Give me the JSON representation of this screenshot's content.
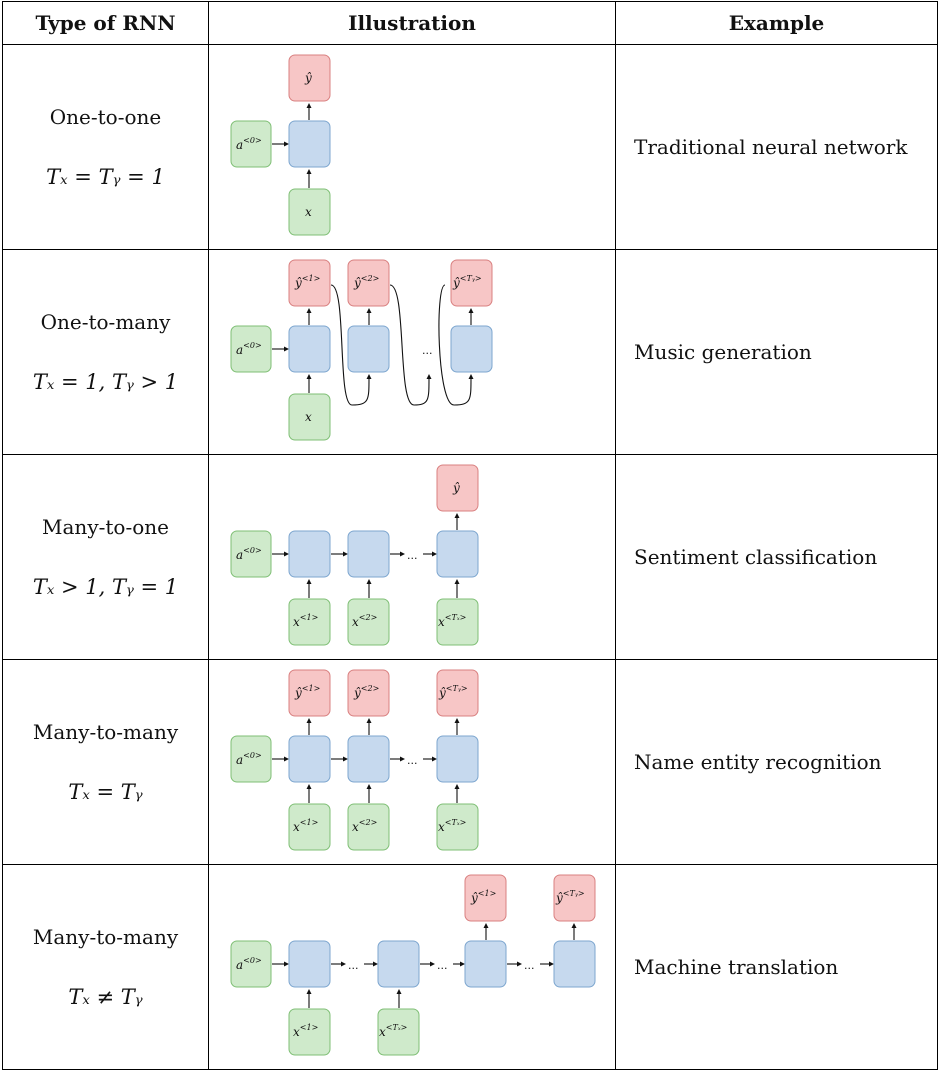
{
  "headers": [
    "Type of RNN",
    "Illustration",
    "Example"
  ],
  "rows": [
    {
      "type": "One-to-one",
      "formula": "Tₓ = Tᵧ = 1",
      "example": "Traditional neural network"
    },
    {
      "type": "One-to-many",
      "formula": "Tₓ = 1, Tᵧ > 1",
      "example": "Music generation"
    },
    {
      "type": "Many-to-one",
      "formula": "Tₓ > 1, Tᵧ = 1",
      "example": "Sentiment classification"
    },
    {
      "type": "Many-to-many",
      "formula": "Tₓ = Tᵧ",
      "example": "Name entity recognition"
    },
    {
      "type": "Many-to-many",
      "formula": "Tₓ ≠ Tᵧ",
      "example": "Machine translation"
    }
  ],
  "labels": {
    "a0": "a",
    "a0_sup": "<0>",
    "x": "x",
    "y_hat": "ŷ",
    "sup_1": "<1>",
    "sup_2": "<2>",
    "sup_Tx": "<Tₓ>",
    "sup_Ty": "<Tᵧ>",
    "dots": "..."
  },
  "colors": {
    "input_fill": "#cfeacb",
    "hidden_fill": "#c6d9ee",
    "output_fill": "#f7c6c6"
  }
}
